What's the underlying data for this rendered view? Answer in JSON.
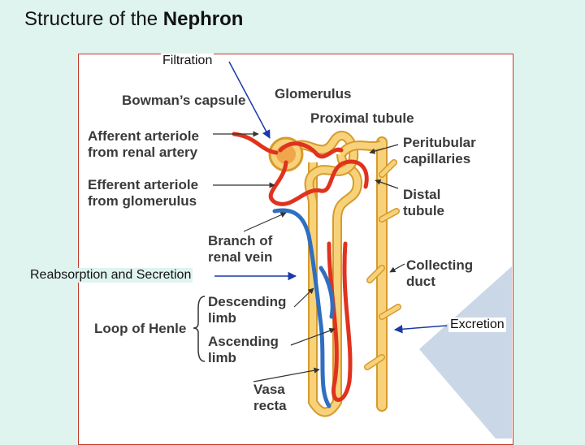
{
  "title": {
    "prefix": "Structure of the ",
    "bold": "Nephron"
  },
  "annotations": {
    "filtration": "Filtration",
    "reabsorption": "Reabsorption and Secretion",
    "excretion": "Excretion"
  },
  "labels": {
    "bowmans_capsule": "Bowman’s capsule",
    "glomerulus": "Glomerulus",
    "proximal_tubule": "Proximal tubule",
    "afferent_1": "Afferent arteriole",
    "afferent_2": "from renal artery",
    "efferent_1": "Efferent arteriole",
    "efferent_2": "from glomerulus",
    "peritubular_1": "Peritubular",
    "peritubular_2": "capillaries",
    "distal_1": "Distal",
    "distal_2": "tubule",
    "vein_1": "Branch of",
    "vein_2": "renal vein",
    "collecting_1": "Collecting",
    "collecting_2": "duct",
    "descending_1": "Descending",
    "descending_2": "limb",
    "loop_of_henle": "Loop of Henle",
    "ascending_1": "Ascending",
    "ascending_2": "limb",
    "vasa_1": "Vasa",
    "vasa_2": "recta"
  },
  "colors": {
    "background": "#dff3ef",
    "tubule": "#f7d27a",
    "tubule_outline": "#d79a2b",
    "artery": "#e0321e",
    "vein": "#2f6fc0",
    "annotation_arrow": "#1a3aa8",
    "excretion_arrow": "#c9d7e6"
  }
}
